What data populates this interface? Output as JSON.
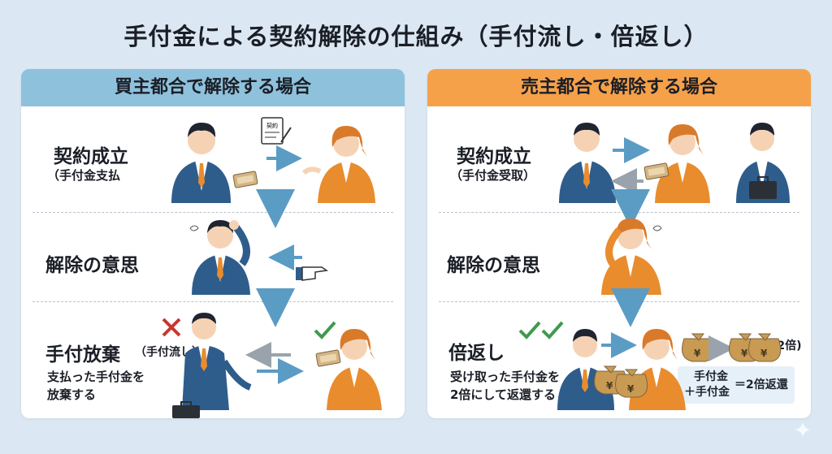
{
  "title": "手付金による契約解除の仕組み（手付流し・倍返し）",
  "left": {
    "header": "買主都合で解除する場合",
    "step1_title": "契約成立",
    "step1_sub": "（手付金支払",
    "step2_title": "解除の意思",
    "step3_title": "手付放棄",
    "step3_tag": "（手付流し）",
    "step3_desc_1": "支払った手付金を",
    "step3_desc_2": "放棄する",
    "doc_label": "契約"
  },
  "right": {
    "header": "売主都合で解除する場合",
    "step1_title": "契約成立",
    "step1_sub": "（手付金受取）",
    "step2_title": "解除の意思",
    "step3_title": "倍返し",
    "step3_desc_1": "受け取った手付金を",
    "step3_desc_2": "2倍にして返還する",
    "double_label": "(2倍)",
    "formula_1": "手付金",
    "formula_2": "＋手付金",
    "formula_result": "＝2倍返還",
    "yen": "¥"
  },
  "colors": {
    "background": "#dbe8f3",
    "buyer_header": "#8ec1dc",
    "seller_header": "#f5a14a",
    "arrow_blue": "#5a9cc4",
    "arrow_gray": "#9aa3ab",
    "check_green": "#3f9a4f",
    "cross_red": "#c8362e",
    "suit_blue": "#2e5d8c",
    "jacket_orange": "#e98c2e"
  },
  "icons": [
    "businessman-icon",
    "businesswoman-icon",
    "contract-icon",
    "cash-icon",
    "money-bag-icon",
    "briefcase-icon",
    "pointing-hand-icon",
    "check-icon",
    "cross-icon",
    "sparkle-icon"
  ]
}
